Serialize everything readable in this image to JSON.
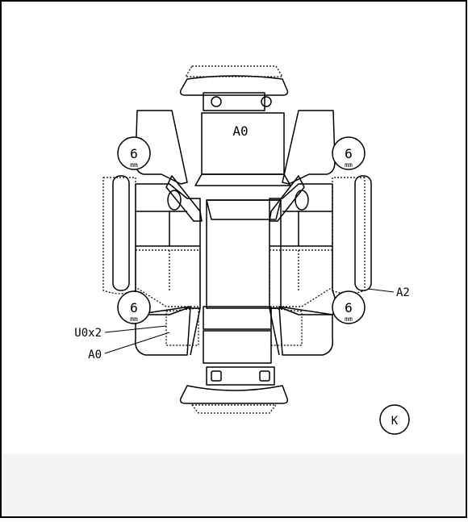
{
  "inspection_sheet": {
    "tread_depth_unit": "mm",
    "tires": {
      "front_left": "6",
      "front_right": "6",
      "rear_left": "6",
      "rear_right": "6"
    },
    "marks": {
      "windshield": "A0",
      "right_rear_panel": "A2",
      "left_rear_lower_1": "U0x2",
      "left_rear_lower_2": "A0"
    },
    "corner_badge": "K"
  }
}
